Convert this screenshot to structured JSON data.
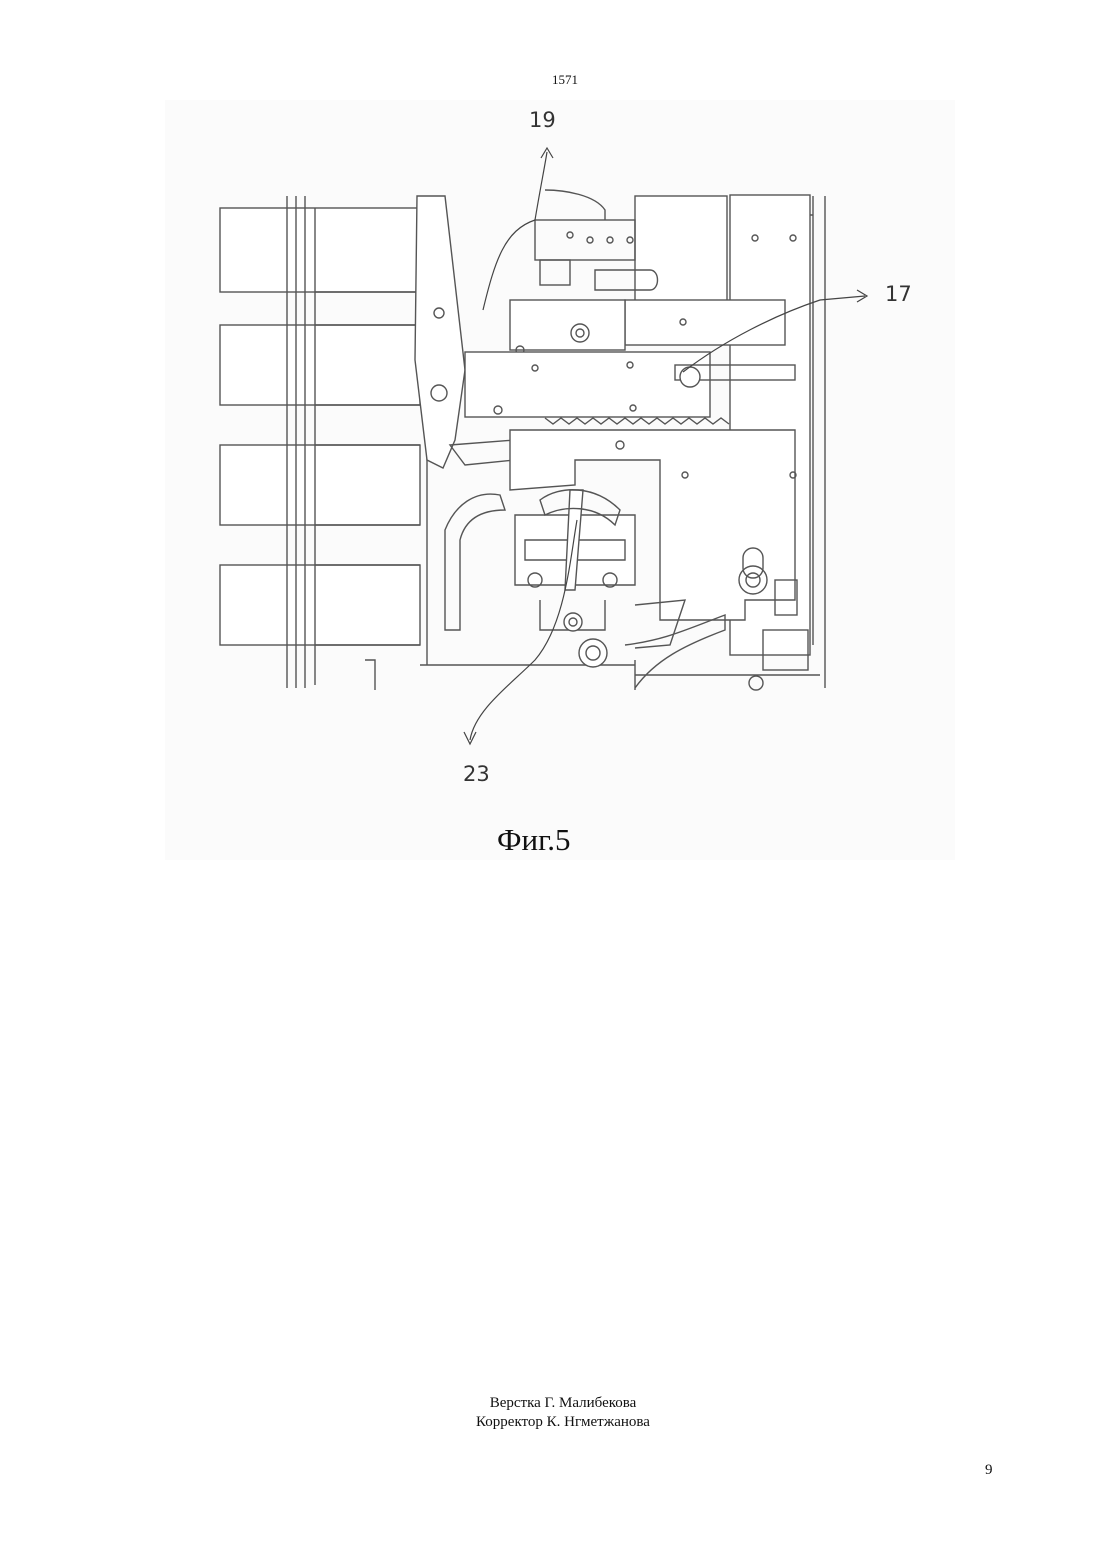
{
  "header": {
    "doc_number": "1571"
  },
  "figure": {
    "callouts": [
      {
        "id": "callout-19",
        "label": "19"
      },
      {
        "id": "callout-17",
        "label": "17"
      },
      {
        "id": "callout-23",
        "label": "23"
      }
    ],
    "caption": "Фиг.5"
  },
  "footer": {
    "layout_credit": "Верстка Г. Малибекова",
    "corrector_credit": "Корректор К. Нгметжанова",
    "page_number": "9"
  }
}
